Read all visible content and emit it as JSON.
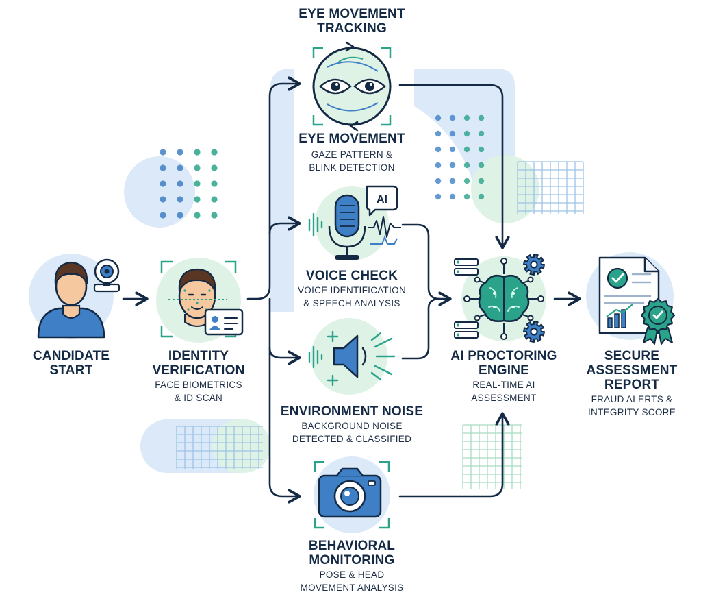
{
  "nodes": {
    "candidate": {
      "title_l1": "CANDIDATE",
      "title_l2": "START"
    },
    "identity": {
      "title_l1": "IDENTITY",
      "title_l2": "VERIFICATION",
      "sub_l1": "FACE BIOMETRICS",
      "sub_l2": "& ID SCAN"
    },
    "eye_tracking": {
      "title_l1": "EYE MOVEMENT",
      "title_l2": "TRACKING"
    },
    "eye": {
      "title": "EYE MOVEMENT",
      "sub_l1": "GAZE PATTERN &",
      "sub_l2": "BLINK DETECTION"
    },
    "voice": {
      "title": "VOICE CHECK",
      "sub_l1": "VOICE IDENTIFICATION",
      "sub_l2": "& SPEECH ANALYSIS",
      "badge": "AI"
    },
    "noise": {
      "title": "ENVIRONMENT NOISE",
      "sub_l1": "BACKGROUND NOISE",
      "sub_l2": "DETECTED & CLASSIFIED"
    },
    "behavior": {
      "title_l1": "BEHAVIORAL",
      "title_l2": "MONITORING",
      "sub_l1": "POSE & HEAD",
      "sub_l2": "MOVEMENT ANALYSIS"
    },
    "engine": {
      "title_l1": "AI PROCTORING",
      "title_l2": "ENGINE",
      "sub_l1": "REAL-TIME AI",
      "sub_l2": "ASSESSMENT"
    },
    "report": {
      "title_l1": "SECURE",
      "title_l2": "ASSESSMENT",
      "title_l3": "REPORT",
      "sub_l1": "FRAUD ALERTS &",
      "sub_l2": "INTEGRITY SCORE"
    }
  },
  "colors": {
    "navy": "#142a44",
    "blue": "#3f7fc6",
    "teal": "#2aa38a",
    "light_blue": "#dbe9f8",
    "light_green": "#dff2e6",
    "skin": "#f6c8a0"
  },
  "icons": [
    "user-icon",
    "webcam-icon",
    "face-scan-icon",
    "id-card-icon",
    "eyes-icon",
    "microphone-icon",
    "ai-chat-icon",
    "speaker-icon",
    "camera-icon",
    "brain-icon",
    "gear-icon",
    "server-icon",
    "report-icon",
    "checkmark-icon",
    "bar-chart-icon",
    "award-badge-icon"
  ]
}
